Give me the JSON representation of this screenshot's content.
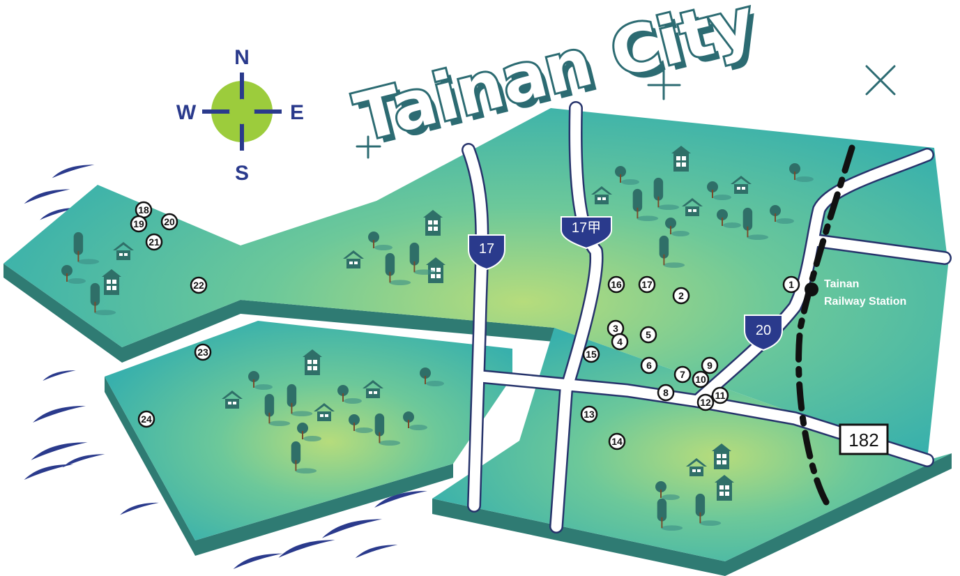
{
  "title": "Tainan City",
  "compass": {
    "north": "N",
    "south": "S",
    "east": "E",
    "west": "W"
  },
  "station": {
    "line1": "Tainan",
    "line2": "Railway Station"
  },
  "route_shields": [
    {
      "id": "r17",
      "label": "17"
    },
    {
      "id": "r17a",
      "label": "17甲"
    },
    {
      "id": "r20",
      "label": "20"
    }
  ],
  "road_sign": {
    "label": "182"
  },
  "markers": [
    "1",
    "2",
    "3",
    "4",
    "5",
    "6",
    "7",
    "8",
    "9",
    "10",
    "11",
    "12",
    "13",
    "14",
    "15",
    "16",
    "17",
    "18",
    "19",
    "20",
    "21",
    "22",
    "23",
    "24"
  ],
  "colors": {
    "land": "#3fb6ad",
    "land_light": "#a6d47a",
    "land_edge": "#2f7b73",
    "road_outline": "#26336b",
    "shield": "#2a3a8c",
    "compass_fill": "#9ccc3c",
    "compass_mark": "#2a3a8c",
    "title_stroke": "#2c6b72",
    "icon": "#2f6f68",
    "rail": "#111111"
  }
}
